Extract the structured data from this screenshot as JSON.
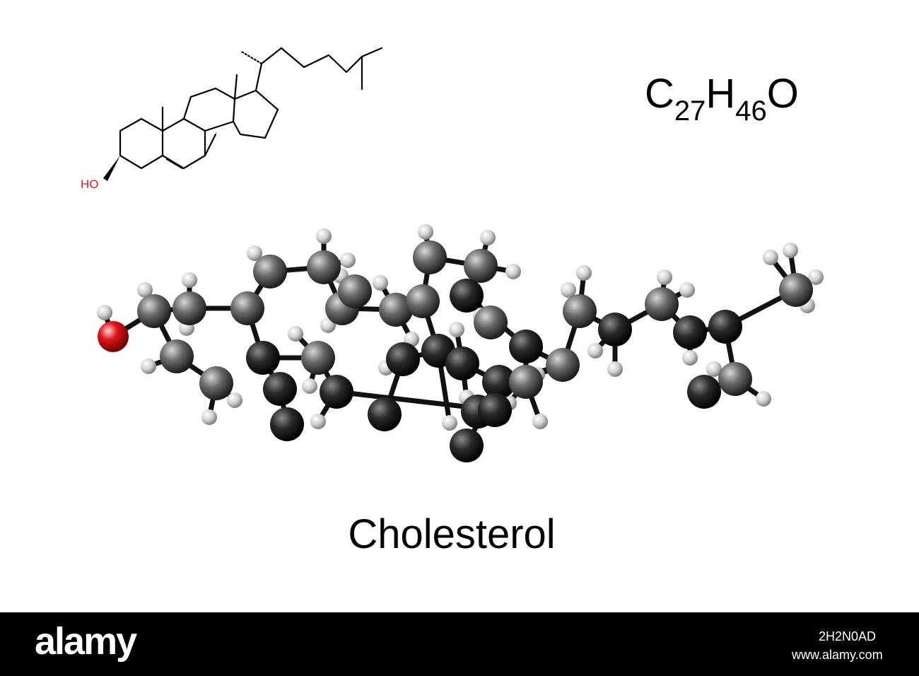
{
  "formula": {
    "c": "C",
    "c_count": "27",
    "h": "H",
    "h_count": "46",
    "o": "O"
  },
  "compound_name": "Cholesterol",
  "skeletal_label": "HO",
  "colors": {
    "oxygen": "#e0161b",
    "carbon": "#555555",
    "hydrogen": "#dddddd",
    "bond": "#000000"
  },
  "footer": {
    "brand": "alamy",
    "image_id": "2H2N0AD",
    "site": "www.alamy.com"
  }
}
